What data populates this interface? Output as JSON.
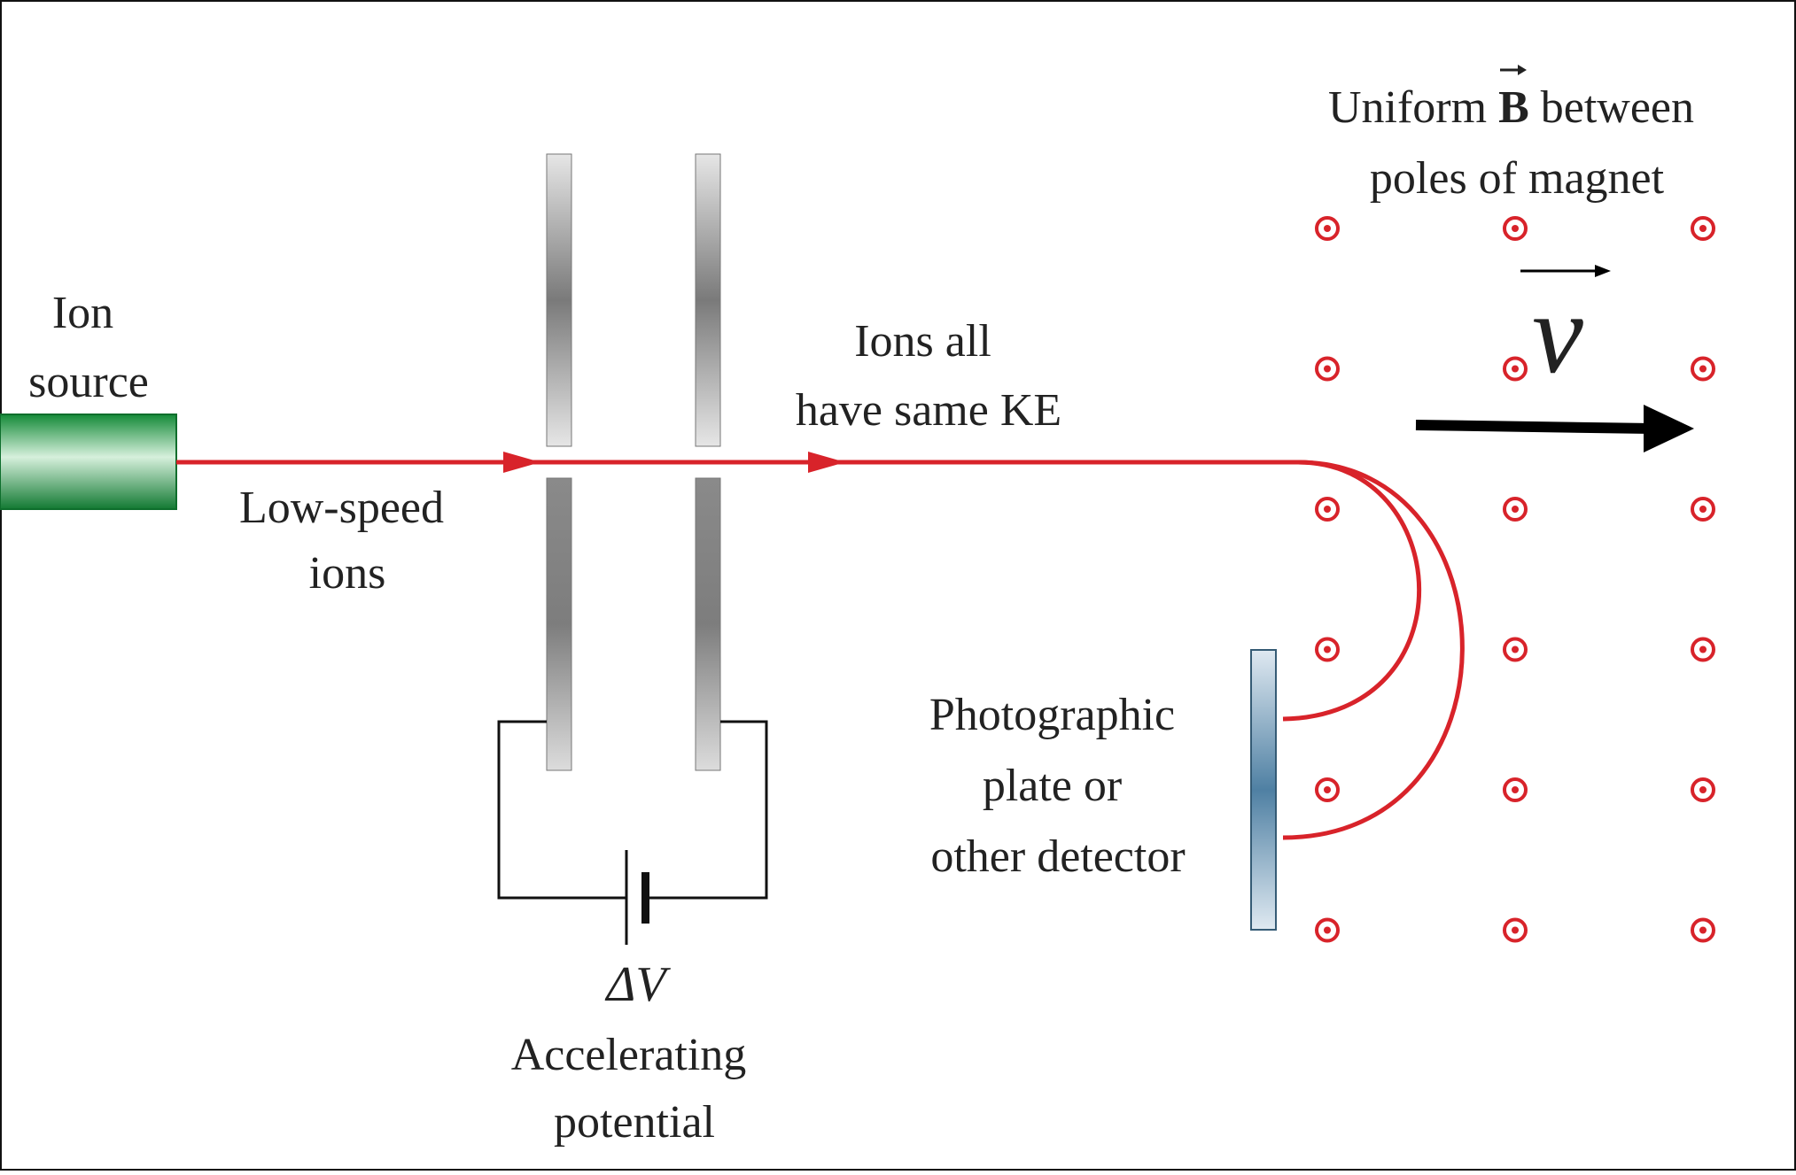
{
  "labels": {
    "ion_source": [
      "Ion",
      "source"
    ],
    "low_speed": [
      "Low-speed",
      "ions"
    ],
    "same_ke": [
      "Ions all",
      "have same KE"
    ],
    "field_line1_pre": "Uniform ",
    "field_symbol": "B",
    "field_line1_post": " between",
    "field_line2": "poles of magnet",
    "velocity_symbol": "v",
    "delta_v": "ΔV",
    "accelerating": [
      "Accelerating",
      "potential"
    ],
    "detector": [
      "Photographic",
      "plate or",
      "other detector"
    ]
  },
  "colors": {
    "beam": "#d8232a",
    "field_dot": "#d8232a",
    "ion_source": "#1f9a45",
    "plate": "#8c8c8c",
    "detector": "#6f98b5",
    "wire": "#111111"
  },
  "field_symbol_style": "dot-in-circle (field out of page)",
  "field_grid": {
    "rows": 6,
    "cols": 3
  }
}
